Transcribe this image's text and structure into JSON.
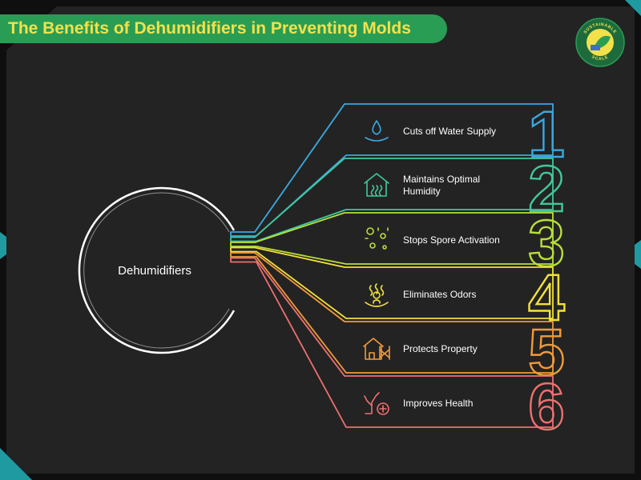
{
  "title": "The Benefits of Dehumidifiers in Preventing Molds",
  "center_label": "Dehumidifiers",
  "logo": {
    "text_top": "SUSTAINABLE",
    "text_bottom": "SCALE",
    "icon": "sun-leaf-logo"
  },
  "colors": {
    "background": "#232323",
    "frame": "#111111",
    "title_bg": "#2a9d55",
    "title_text": "#f3e14a",
    "circle": "#ffffff"
  },
  "items": [
    {
      "number": "1",
      "label_lines": [
        "Cuts off Water Supply"
      ],
      "icon": "water-drop-icon",
      "color": "#3aa7e0"
    },
    {
      "number": "2",
      "label_lines": [
        "Maintains Optimal",
        "Humidity"
      ],
      "icon": "house-humidity-icon",
      "color": "#3fc99a"
    },
    {
      "number": "3",
      "label_lines": [
        "Stops Spore Activation"
      ],
      "icon": "spores-icon",
      "color": "#b9df3a"
    },
    {
      "number": "4",
      "label_lines": [
        "Eliminates Odors"
      ],
      "icon": "odor-icon",
      "color": "#f2e03a"
    },
    {
      "number": "5",
      "label_lines": [
        "Protects Property"
      ],
      "icon": "property-icon",
      "color": "#f29a3a"
    },
    {
      "number": "6",
      "label_lines": [
        "Improves Health"
      ],
      "icon": "health-icon",
      "color": "#ef6f6f"
    }
  ]
}
